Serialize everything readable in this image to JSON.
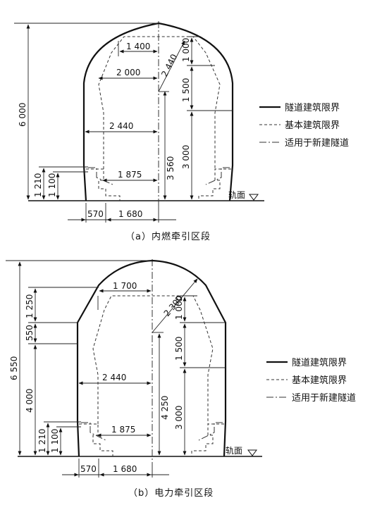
{
  "panel_a": {
    "caption": "（a）内燃牵引区段",
    "dims": {
      "total_height": "6 000",
      "h_1210": "1 210",
      "h_1100": "1 100",
      "w_1400": "1 400",
      "w_2000": "2 000",
      "w_2440": "2 440",
      "r_2440": "2 440",
      "w_1875": "1 875",
      "h_3560": "3 560",
      "h_3000": "3 000",
      "h_1500": "1 500",
      "h_1000": "1 000",
      "w_570": "570",
      "w_1680": "1 680"
    },
    "rail_label": "轨面",
    "legend": {
      "tunnel_clearance": "隧道建筑限界",
      "basic_clearance": "基本建筑限界",
      "new_tunnel": "适用于新建隧道"
    }
  },
  "panel_b": {
    "caption": "（b）电力牵引区段",
    "dims": {
      "total_height": "6 550",
      "h_1250": "1 250",
      "h_550": "550",
      "h_4000": "4 000",
      "h_1210": "1 210",
      "h_1100": "1 100",
      "w_1700": "1 700",
      "r_2300": "2 300",
      "w_2440": "2 440",
      "w_1875": "1 875",
      "h_4250": "4 250",
      "h_3000": "3 000",
      "h_1500": "1 500",
      "h_1000": "1 000",
      "w_570": "570",
      "w_1680": "1 680"
    },
    "rail_label": "轨面",
    "legend": {
      "tunnel_clearance": "隧道建筑限界",
      "basic_clearance": "基本建筑限界",
      "new_tunnel": "适用于新建隧道"
    }
  }
}
